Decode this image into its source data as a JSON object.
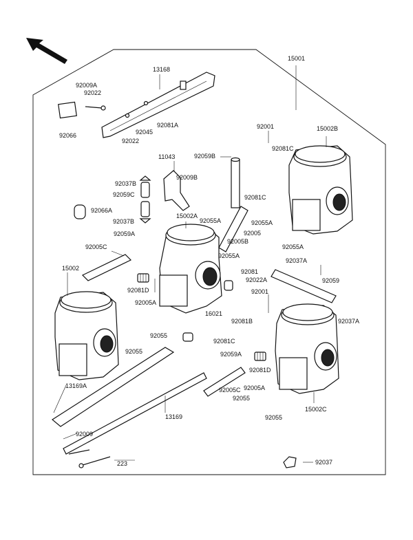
{
  "labels": {
    "l15001": "15001",
    "l13168": "13168",
    "l92009A": "92009A",
    "l92022a": "92022",
    "l92066": "92066",
    "l92081A": "92081A",
    "l92045": "92045",
    "l92022b": "92022",
    "l92001a": "92001",
    "l15002B": "15002B",
    "l92081Ca": "92081C",
    "l11043": "11043",
    "l92059B": "92059B",
    "l92037Ba": "92037B",
    "l92009B": "92009B",
    "l92059C": "92059C",
    "l92066A": "92066A",
    "l92037Bb": "92037B",
    "l15002A": "15002A",
    "l92055Aa": "92055A",
    "l92055Ab": "92055A",
    "l92005Ca": "92005C",
    "l92059A": "92059A",
    "l92005Ba": "92005B",
    "l92005": "92005",
    "l92055Ac": "92055A",
    "l92055Ad": "92055A",
    "l92081Ca2": "92081C",
    "l92037A": "92037A",
    "l15002": "15002",
    "l92081": "92081",
    "l92022A": "92022A",
    "l92059": "92059",
    "l92081Da": "92081D",
    "l92001b": "92001",
    "l92005A": "92005A",
    "l92037Aa": "92037A",
    "l92055a": "92055",
    "l16021": "16021",
    "l92081B": "92081B",
    "l92081Cb": "92081C",
    "l92055b": "92055",
    "l92059Aa": "92059A",
    "l92081Db": "92081D",
    "l13169A": "13169A",
    "l92005Cb": "92005C",
    "l92005Ab": "92005A",
    "l92055c": "92055",
    "l92055d": "92055",
    "l15002C": "15002C",
    "l13169": "13169",
    "l92009": "92009",
    "l92037": "92037",
    "l223": "223"
  }
}
